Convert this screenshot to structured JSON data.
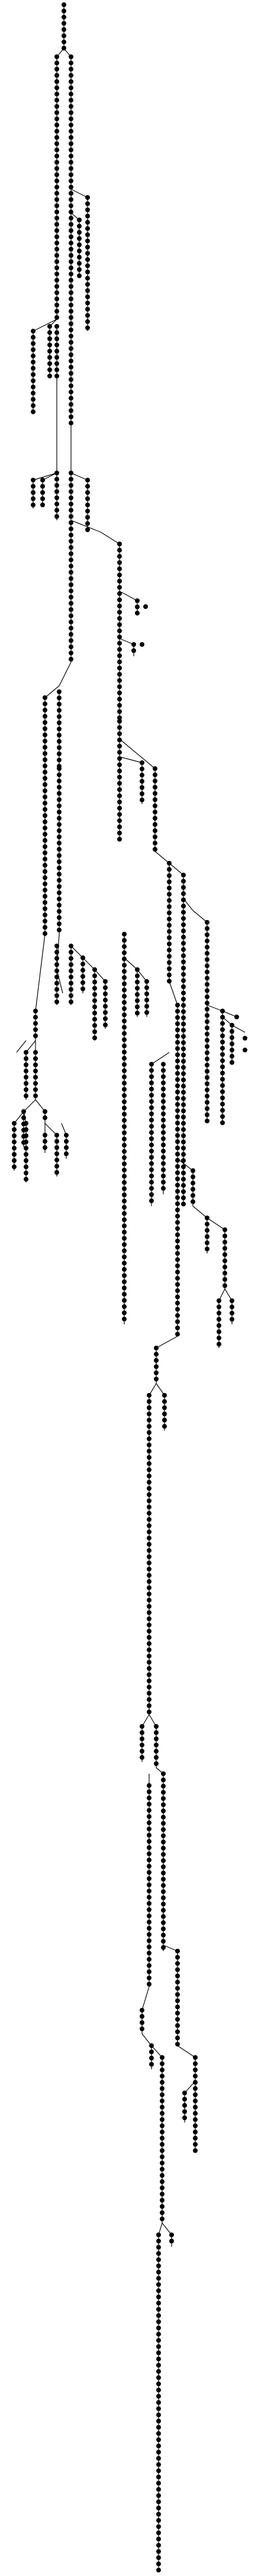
{
  "diagram": {
    "kind": "tree",
    "orientation": "top-down",
    "node_shape": "filled-circle",
    "node_color": "#000000",
    "edge_color": "#000000",
    "background": "#ffffff",
    "labels": []
  }
}
